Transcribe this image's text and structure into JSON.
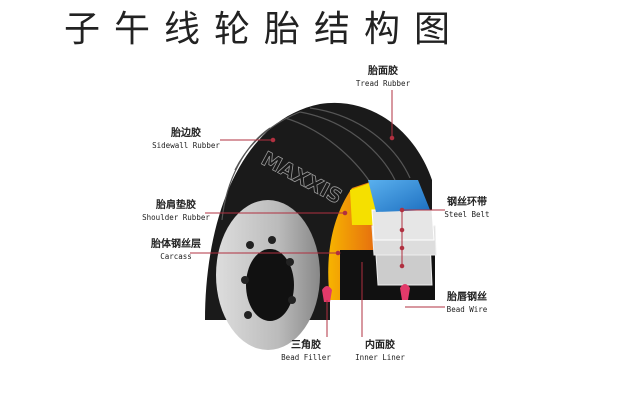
{
  "title": "子午线轮胎结构图",
  "brand": "MAXXIS",
  "labels": {
    "tread": {
      "zh": "胎面胶",
      "en": "Tread Rubber"
    },
    "sidewall": {
      "zh": "胎边胶",
      "en": "Sidewall Rubber"
    },
    "shoulder": {
      "zh": "胎肩垫胶",
      "en": "Shoulder Rubber"
    },
    "carcass": {
      "zh": "胎体钢丝层",
      "en": "Carcass"
    },
    "steel_belt": {
      "zh": "钢丝环带",
      "en": "Steel Belt"
    },
    "bead_wire": {
      "zh": "胎唇钢丝",
      "en": "Bead Wire"
    },
    "bead_filler": {
      "zh": "三角胶",
      "en": "Bead Filler"
    },
    "inner_liner": {
      "zh": "内面胶",
      "en": "Inner Liner"
    }
  },
  "colors": {
    "leader": "#b03040",
    "belt": "#3a8fd8",
    "shoulder": "#f5c000"
  }
}
